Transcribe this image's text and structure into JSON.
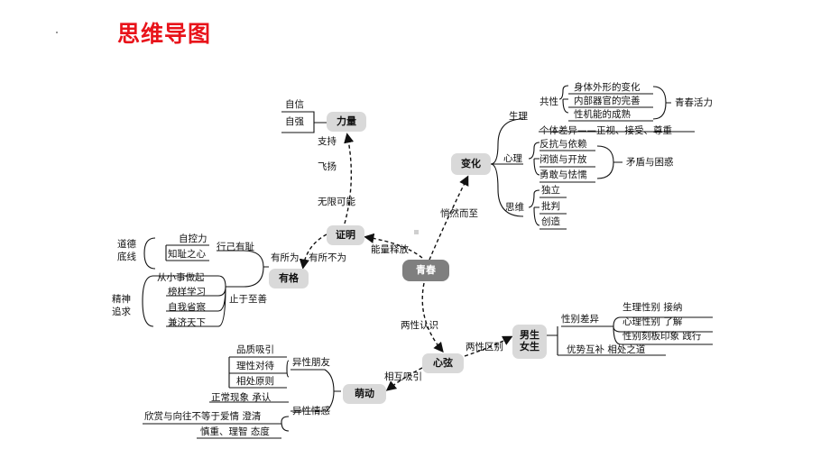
{
  "title": "思维导图",
  "center": "青春",
  "nodes": {
    "change": "变化",
    "prove": "证明",
    "power": "力量",
    "character": "有格",
    "heart": "心弦",
    "sprout": "萌动",
    "gender_line1": "男生",
    "gender_line2": "女生"
  },
  "edges": {
    "quiet": "悄然而至",
    "energy": "能量释放",
    "infinite": "无限可能",
    "fly": "飞扬",
    "support": "支持",
    "do_dont": "有所为，有所不为",
    "gender_know": "两性认识",
    "gender_diff": "两性区别",
    "attract": "相互吸引"
  },
  "power": {
    "items": [
      "自信",
      "自强"
    ]
  },
  "change": {
    "physio": "生理",
    "common": "共性",
    "common_items": [
      "身体外形的变化",
      "内部器官的完善",
      "性机能的成熟"
    ],
    "vitality": "青春活力",
    "individual": "个体差异——正视、接受、尊重",
    "psych": "心理",
    "psych_items": [
      "反抗与依赖",
      "闭锁与开放",
      "勇敢与怯懦"
    ],
    "conflict": "矛盾与困惑",
    "thinking": "思维",
    "thinking_items": [
      "独立",
      "批判",
      "创造"
    ]
  },
  "character": {
    "moral": "道德底线",
    "moral_l1": "道德",
    "moral_l2": "底线",
    "selfcontrol": "自控力",
    "shame": "知耻之心",
    "conduct": "行己有耻",
    "spirit_l1": "精神",
    "spirit_l2": "追求",
    "spirit_items": [
      "从小事做起",
      "榜样学习",
      "自我省察",
      "兼济天下"
    ],
    "goodness": "止于至善"
  },
  "gender": {
    "diff": "性别差异",
    "diff_items": [
      "生理性别 接纳",
      "心理性别 了解",
      "性别刻板印象 践行"
    ],
    "complement": "优势互补 相处之道"
  },
  "sprout": {
    "friend": "异性朋友",
    "friend_items": [
      "品质吸引",
      "理性对待",
      "相处原则"
    ],
    "normal": "正常现象 承认",
    "emotion": "异性情感",
    "emotion_items": [
      "欣赏与向往不等于爱情 澄清",
      "慎重、理智 态度"
    ]
  }
}
